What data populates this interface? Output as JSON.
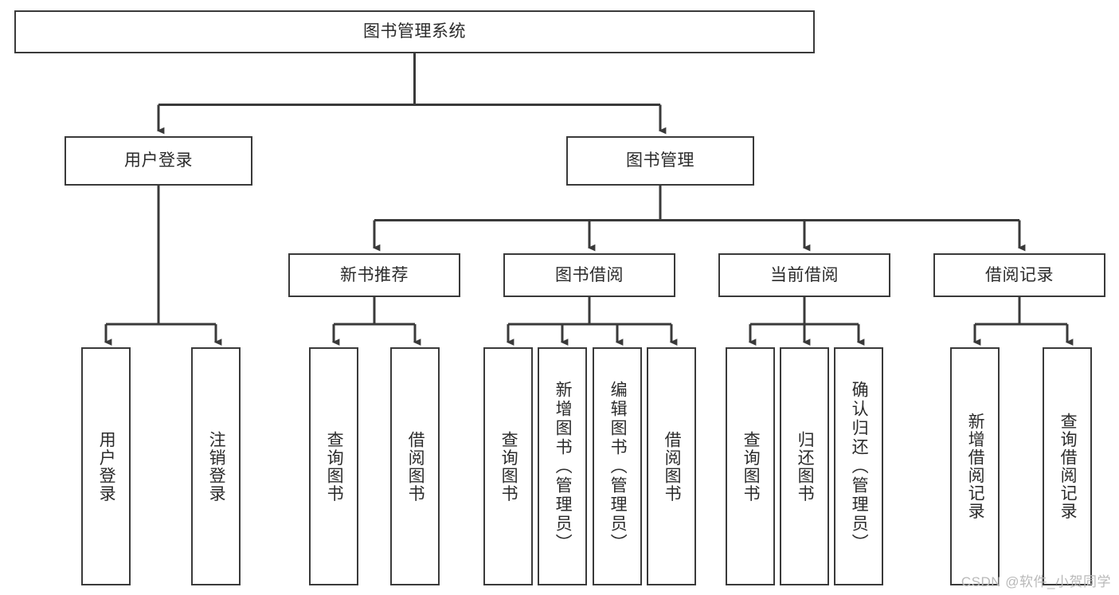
{
  "diagram": {
    "type": "tree",
    "title": "图书管理系统",
    "orientation": "top-down",
    "stroke_color": "#3a3a3a",
    "background_color": "#ffffff",
    "text_color": "#2b2b2b",
    "nodes": {
      "root": {
        "label": "图书管理系统"
      },
      "level2": [
        {
          "label": "用户登录"
        },
        {
          "label": "图书管理"
        }
      ],
      "level3": [
        {
          "label": "新书推荐"
        },
        {
          "label": "图书借阅"
        },
        {
          "label": "当前借阅"
        },
        {
          "label": "借阅记录"
        }
      ],
      "leaves_user_login": [
        {
          "label": "用户登录"
        },
        {
          "label": "注销登录"
        }
      ],
      "leaves_new_books": [
        {
          "label": "查询图书"
        },
        {
          "label": "借阅图书"
        }
      ],
      "leaves_borrow": [
        {
          "label": "查询图书"
        },
        {
          "label": "新增图书（管理员）"
        },
        {
          "label": "编辑图书（管理员）"
        },
        {
          "label": "借阅图书"
        }
      ],
      "leaves_current": [
        {
          "label": "查询图书"
        },
        {
          "label": "归还图书"
        },
        {
          "label": "确认归还（管理员）"
        }
      ],
      "leaves_records": [
        {
          "label": "新增借阅记录"
        },
        {
          "label": "查询借阅记录"
        }
      ]
    }
  },
  "watermark": {
    "text": "CSDN @软件_小贺同学"
  }
}
